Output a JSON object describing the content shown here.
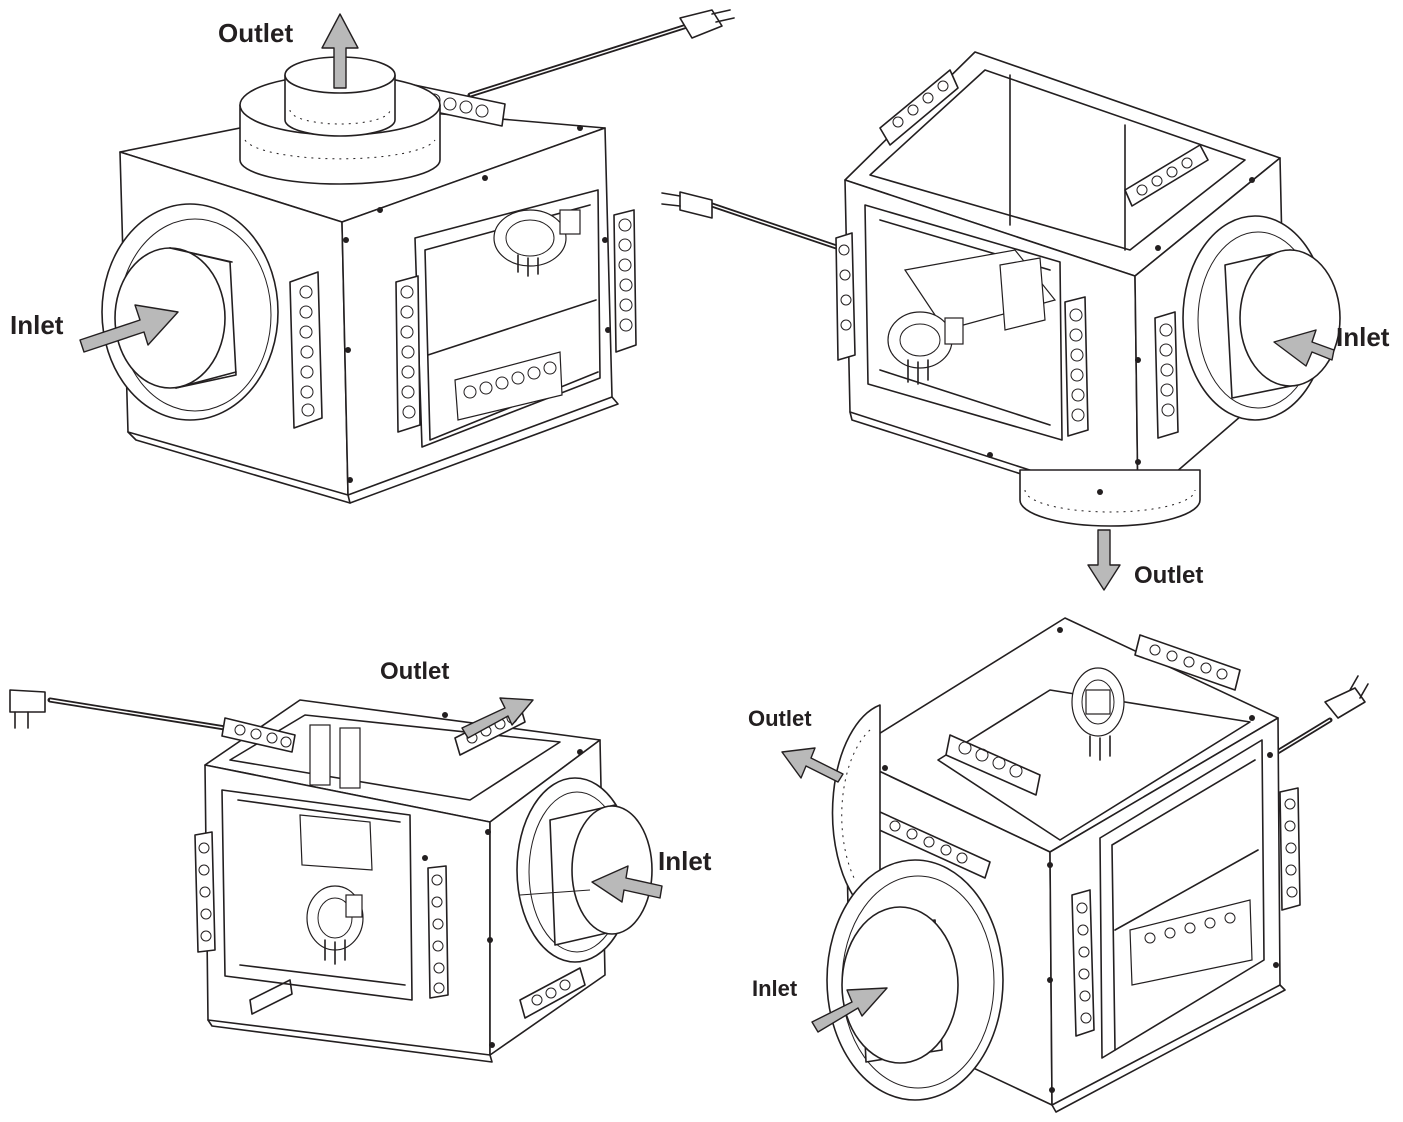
{
  "labels": {
    "unit1_outlet": "Outlet",
    "unit1_inlet": "Inlet",
    "unit2_inlet": "Inlet",
    "unit2_outlet": "Outlet",
    "unit3_outlet": "Outlet",
    "unit3_inlet": "Inlet",
    "unit4_outlet": "Outlet",
    "unit4_inlet": "Inlet"
  },
  "colors": {
    "line": "#231f20",
    "arrow_fill": "#b9b9b9",
    "background": "#ffffff"
  }
}
